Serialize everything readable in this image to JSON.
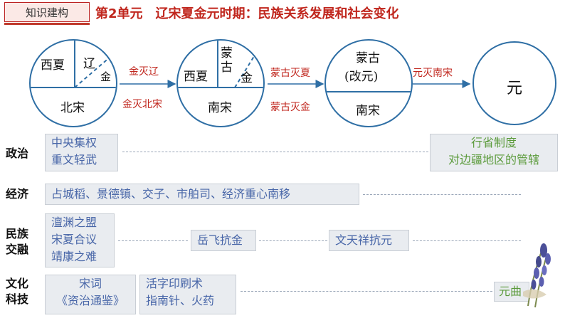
{
  "header": {
    "tag": "知识建构",
    "title": "第2单元　辽宋夏金元时期：民族关系发展和社会变化"
  },
  "circles": {
    "c1": {
      "tl": "西夏",
      "tr": "辽",
      "tr2": "金",
      "bottom": "北宋"
    },
    "c2": {
      "tl": "西夏",
      "tm": "蒙古",
      "tr": "金",
      "bottom": "南宋"
    },
    "c3": {
      "top1": "蒙古",
      "top2": "(改元)",
      "bottom": "南宋"
    },
    "c4": {
      "center": "元"
    }
  },
  "arrows": {
    "a1_top": "金灭辽",
    "a1_bottom": "金灭北宋",
    "a2_top": "蒙古灭夏",
    "a2_bottom": "蒙古灭金",
    "a3_top": "元灭南宋"
  },
  "rows": {
    "politics": {
      "label": "政治",
      "left": [
        "中央集权",
        "重文轻武"
      ],
      "right": [
        "行省制度",
        "对边疆地区的管辖"
      ]
    },
    "economy": {
      "label": "经济",
      "box": "占城稻、景德镇、交子、市舶司、经济重心南移"
    },
    "ethnic": {
      "label1": "民族",
      "label2": "交融",
      "left": [
        "澶渊之盟",
        "宋夏合议",
        "靖康之难"
      ],
      "mid1": "岳飞抗金",
      "mid2": "文天祥抗元"
    },
    "culture": {
      "label1": "文化",
      "label2": "科技",
      "left": [
        "宋词",
        "《资治通鉴》"
      ],
      "mid": [
        "活字印刷术",
        "指南针、火药"
      ],
      "right": "元曲"
    }
  }
}
